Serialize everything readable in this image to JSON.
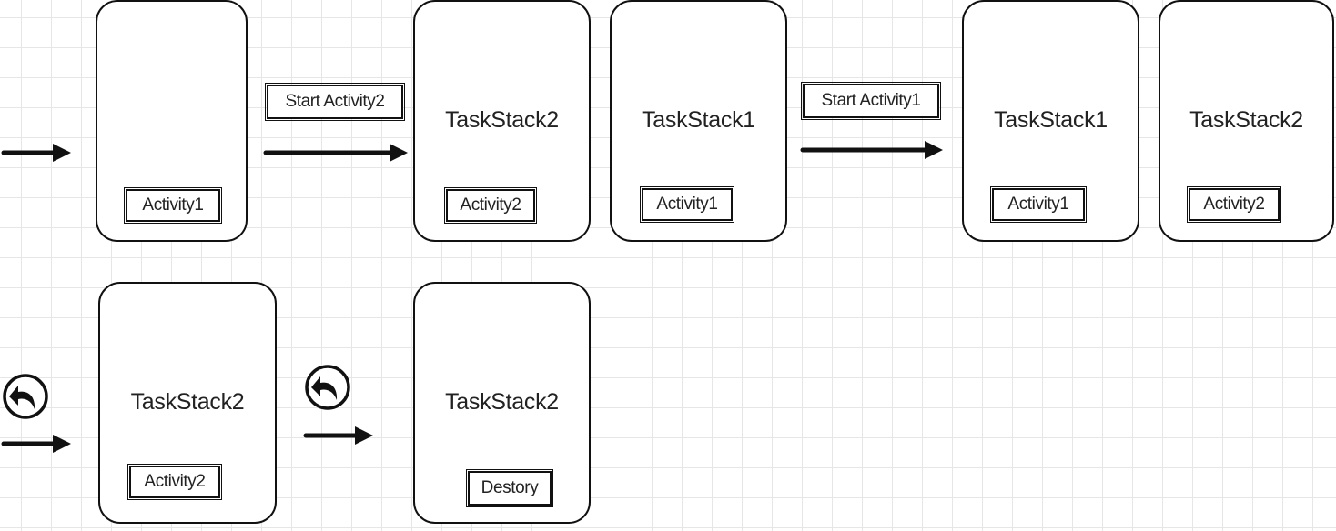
{
  "row1": {
    "screen_a": {
      "tag": "Activity1"
    },
    "transition_a": {
      "label": "Start Activity2"
    },
    "screen_b": {
      "title": "TaskStack2",
      "tag": "Activity2"
    },
    "screen_c": {
      "title": "TaskStack1",
      "tag": "Activity1"
    },
    "transition_b": {
      "label": "Start Activity1"
    },
    "screen_d": {
      "title": "TaskStack1",
      "tag": "Activity1"
    },
    "screen_e": {
      "title": "TaskStack2",
      "tag": "Activity2"
    }
  },
  "row2": {
    "screen_f": {
      "title": "TaskStack2",
      "tag": "Activity2"
    },
    "screen_g": {
      "title": "TaskStack2",
      "tag": "Destory"
    }
  },
  "icons": {
    "back": "back-arrow-icon",
    "arrow": "right-arrow-icon"
  }
}
